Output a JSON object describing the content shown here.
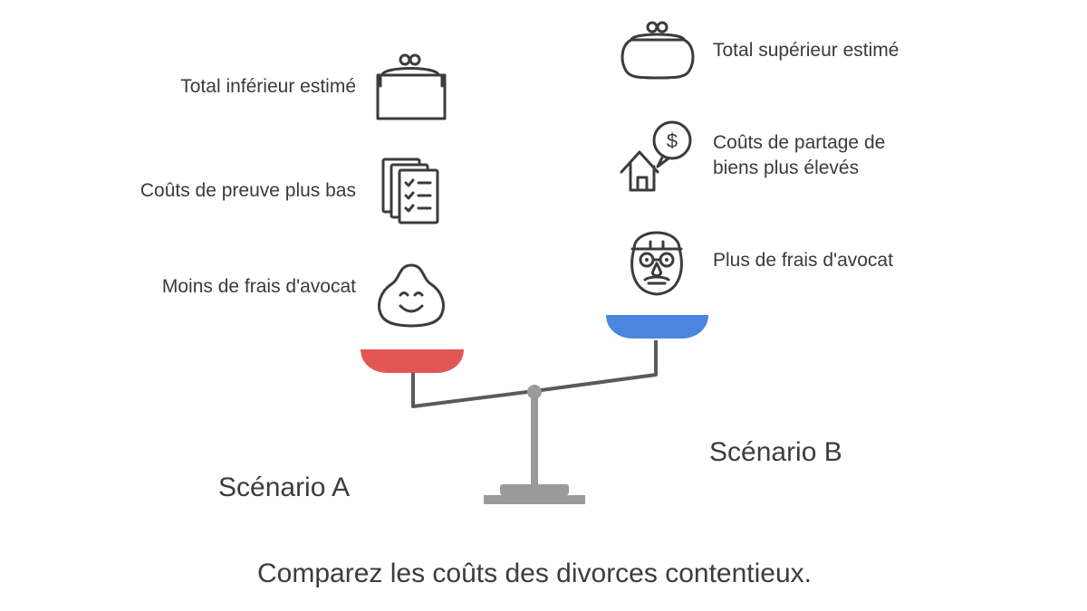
{
  "left": {
    "scenario": "Scénario A",
    "items": [
      {
        "label": "Total inférieur estimé",
        "icon": "coin-purse-box-icon"
      },
      {
        "label": "Coûts de preuve plus bas",
        "icon": "documents-checklist-icon"
      },
      {
        "label": "Moins de frais d'avocat",
        "icon": "smiling-drop-icon"
      }
    ],
    "pan_color": "#e35656"
  },
  "right": {
    "scenario": "Scénario B",
    "items": [
      {
        "label": "Total supérieur estimé",
        "icon": "coin-purse-icon"
      },
      {
        "label_line1": "Coûts de partage de",
        "label_line2": "biens plus élevés",
        "icon": "house-dollar-icon"
      },
      {
        "label": "Plus de frais d'avocat",
        "icon": "disguise-face-icon"
      }
    ],
    "pan_color": "#4a86e0"
  },
  "caption": "Comparez les coûts des divorces contentieux.",
  "colors": {
    "scale_gray": "#9a9a9a",
    "icon_stroke": "#3c3c3c"
  }
}
